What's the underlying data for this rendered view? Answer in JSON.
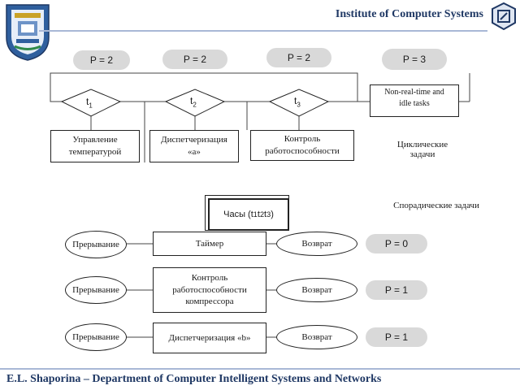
{
  "header": {
    "title": "Institute of Computer Systems",
    "left_logo": "university-crest-icon",
    "right_logo": "institute-emblem-icon"
  },
  "footer": {
    "text": "E.L. Shaporina – Department of Computer Intelligent Systems and Networks"
  },
  "cyclic": {
    "priorities": [
      "P = 2",
      "P = 2",
      "P = 2",
      "P = 3"
    ],
    "timers": [
      "t1",
      "t2",
      "t3"
    ],
    "tasks": [
      "Управление температурой",
      "Диспетчеризация «а»",
      "Контроль работоспособности"
    ],
    "idle_box": "Non-real-time and idle tasks",
    "label": "Циклические задачи"
  },
  "sporadic": {
    "label": "Спорадические задачи",
    "clock": "Часы (t1 t2 t3)",
    "rows": [
      {
        "interrupt": "Прерывание",
        "handler": "Таймер",
        "return": "Возврат",
        "priority": "P = 0"
      },
      {
        "interrupt": "Прерывание",
        "handler": "Контроль работоспособности компрессора",
        "return": "Возврат",
        "priority": "P = 1"
      },
      {
        "interrupt": "Прерывание",
        "handler": "Диспетчеризация «b»",
        "return": "Возврат",
        "priority": "P = 1"
      }
    ]
  }
}
